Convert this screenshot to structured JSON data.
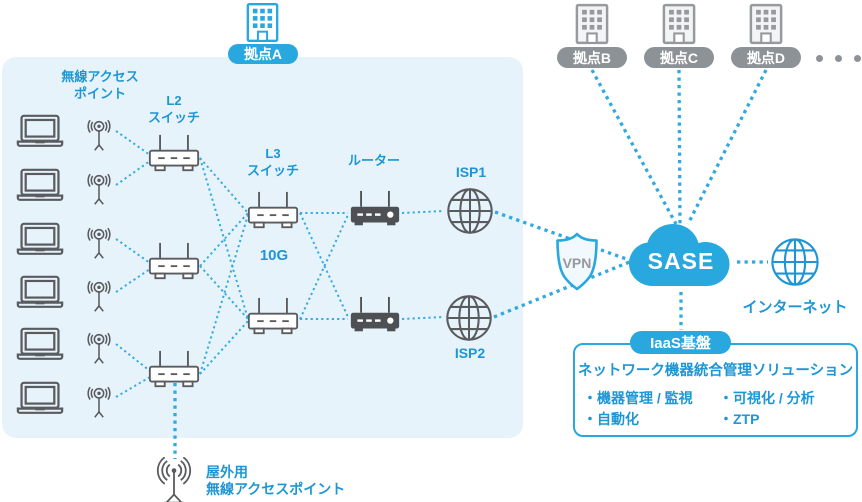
{
  "colors": {
    "accent": "#29A7DF",
    "label_blue": "#1E96D5",
    "panel_bg": "#E7F3FB",
    "device_gray": "#595B5E",
    "site_gray": "#8D9296",
    "dotted_line": "#35ABE1"
  },
  "zone_a": {
    "label": "拠点A"
  },
  "sites": [
    {
      "label": "拠点B"
    },
    {
      "label": "拠点C"
    },
    {
      "label": "拠点D"
    }
  ],
  "labels": {
    "wireless_ap_line1": "無線アクセス",
    "wireless_ap_line2": "ポイント",
    "l2_line1": "L2",
    "l2_line2": "スイッチ",
    "l3_line1": "L3",
    "l3_line2": "スイッチ",
    "router": "ルーター",
    "ten_g": "10G",
    "isp1": "ISP1",
    "isp2": "ISP2",
    "vpn": "VPN",
    "sase": "SASE",
    "internet": "インターネット",
    "iaas": "IaaS基盤",
    "outdoor_line1": "屋外用",
    "outdoor_line2": "無線アクセスポイント"
  },
  "solution_box": {
    "title": "ネットワーク機器統合管理ソリューション",
    "items": [
      "・機器管理 / 監視",
      "・可視化 / 分析",
      "・自動化",
      "・ZTP"
    ]
  },
  "edges": {
    "fine": [
      [
        116,
        131,
        150,
        155
      ],
      [
        116,
        185,
        150,
        161
      ],
      [
        116,
        239,
        150,
        263
      ],
      [
        116,
        292,
        150,
        269
      ],
      [
        116,
        344,
        150,
        371
      ],
      [
        116,
        397,
        150,
        377
      ],
      [
        200,
        158,
        248,
        213
      ],
      [
        200,
        158,
        248,
        319
      ],
      [
        200,
        266,
        248,
        213
      ],
      [
        200,
        266,
        248,
        319
      ],
      [
        200,
        374,
        248,
        215
      ],
      [
        200,
        374,
        248,
        321
      ],
      [
        300,
        213,
        348,
        213
      ],
      [
        300,
        319,
        348,
        319
      ],
      [
        300,
        213,
        348,
        317
      ],
      [
        300,
        319,
        348,
        215
      ],
      [
        402,
        213,
        444,
        211
      ],
      [
        402,
        319,
        443,
        317
      ]
    ],
    "bold": [
      [
        495,
        212,
        632,
        261
      ],
      [
        494,
        317,
        632,
        261
      ],
      [
        592,
        70,
        676,
        224
      ],
      [
        679,
        70,
        680,
        224
      ],
      [
        766,
        70,
        688,
        224
      ],
      [
        737,
        262,
        768,
        262
      ],
      [
        681,
        292,
        681,
        330
      ],
      [
        175,
        383,
        175,
        459
      ]
    ]
  }
}
